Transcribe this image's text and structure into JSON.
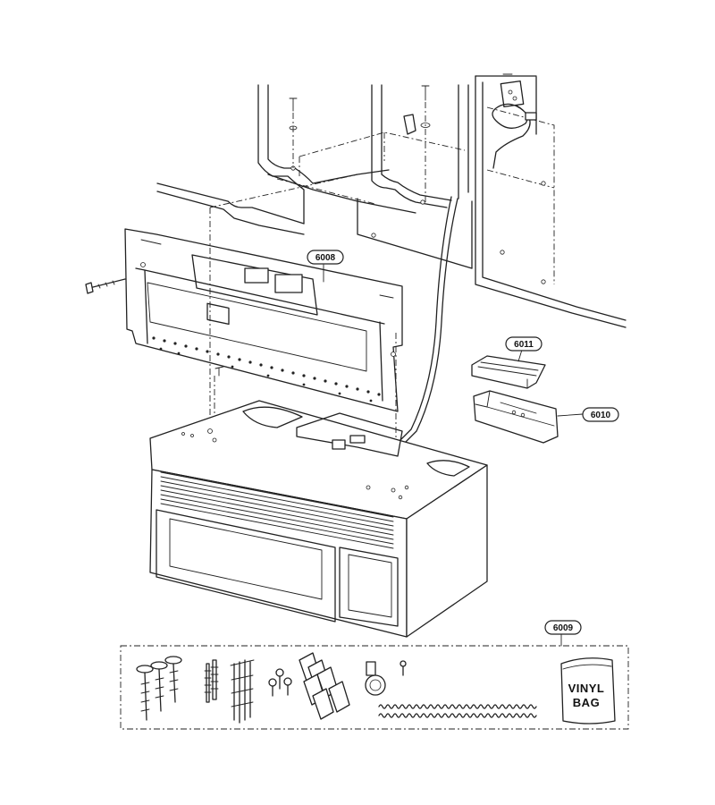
{
  "callouts": {
    "bracket": "6008",
    "hardware_kit": "6009",
    "duct_adaptor": "6010",
    "damper": "6011"
  },
  "vinyl_bag": {
    "line1": "VINYL",
    "line2": "BAG"
  }
}
